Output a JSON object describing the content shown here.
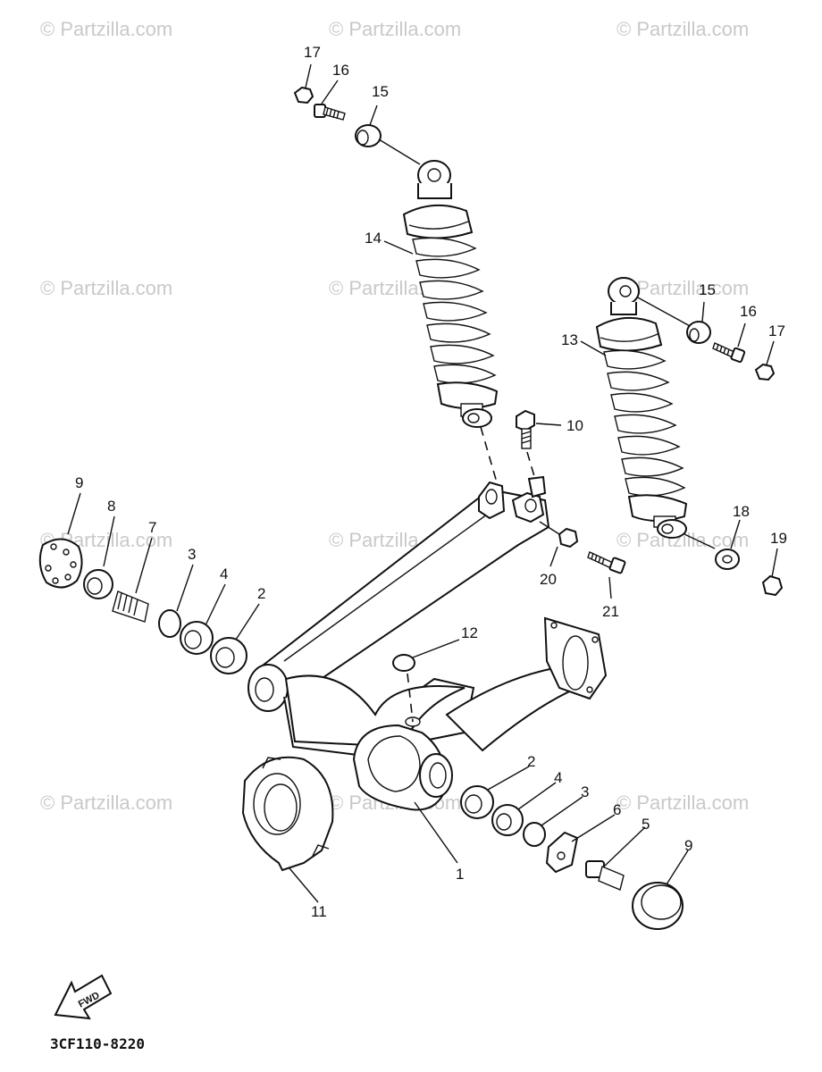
{
  "watermarks": [
    "© Partzilla.com",
    "© Partzilla.com",
    "© Partzilla.com",
    "© Partzilla.com",
    "© Partzilla.com",
    "© Partzilla.com",
    "© Partzilla.com",
    "© Partzilla.com",
    "© Partzilla.com",
    "© Partzilla.com",
    "© Partzilla.com",
    "© Partzilla.com"
  ],
  "callouts": {
    "c17a": "17",
    "c16a": "16",
    "c15a": "15",
    "c14": "14",
    "c15b": "15",
    "c16b": "16",
    "c17b": "17",
    "c13": "13",
    "c10": "10",
    "c9a": "9",
    "c8": "8",
    "c7": "7",
    "c3a": "3",
    "c4a": "4",
    "c2a": "2",
    "c12": "12",
    "c18": "18",
    "c19": "19",
    "c20": "20",
    "c21": "21",
    "c2b": "2",
    "c4b": "4",
    "c3b": "3",
    "c6": "6",
    "c5": "5",
    "c9b": "9",
    "c1": "1",
    "c11": "11"
  },
  "fwd_label": "FWD",
  "diagram_code": "3CF110-8220"
}
